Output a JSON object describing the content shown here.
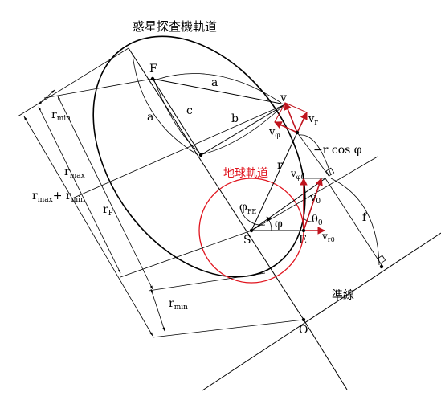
{
  "title": "惑星探査機軌道",
  "earth_orbit_label": "地球軌道",
  "directrix_label": "準線",
  "points": {
    "focus_S": "S",
    "focus_F": "F",
    "earth_E": "E",
    "origin_O": "O",
    "v": "v"
  },
  "segment_labels": {
    "a_top": "a",
    "a_left": "a",
    "b": "b",
    "c": "c",
    "r": "r",
    "f": "f"
  },
  "velocity_labels": {
    "vr": "v",
    "vr_sub": "r",
    "vphi": "v",
    "vphi_sub": "φ",
    "v0": "v",
    "v0_sub": "0",
    "vphi0": "v",
    "vphi0_sub": "φ0",
    "vr0": "v",
    "vr0_sub": "r0"
  },
  "angle_labels": {
    "phi": "φ",
    "phi_FE": "φ",
    "phi_FE_sub": "FE",
    "theta0": "θ",
    "theta0_sub": "0"
  },
  "minus_r_cos_phi": "−r cos φ",
  "dimension_labels": {
    "rmin_top": "r",
    "rmin_top_sub": "min",
    "rmax": "r",
    "rmax_sub": "max",
    "rF": "r",
    "rF_sub": "F",
    "sum": "r",
    "sum_sub1": "max",
    "sum_plus": "+ r",
    "sum_sub2": "min",
    "rmin_bottom": "r",
    "rmin_bottom_sub": "min"
  },
  "colors": {
    "orbit": "#000000",
    "earth_orbit": "#e0141e",
    "velocity": "#c0141e",
    "lines": "#000000"
  }
}
